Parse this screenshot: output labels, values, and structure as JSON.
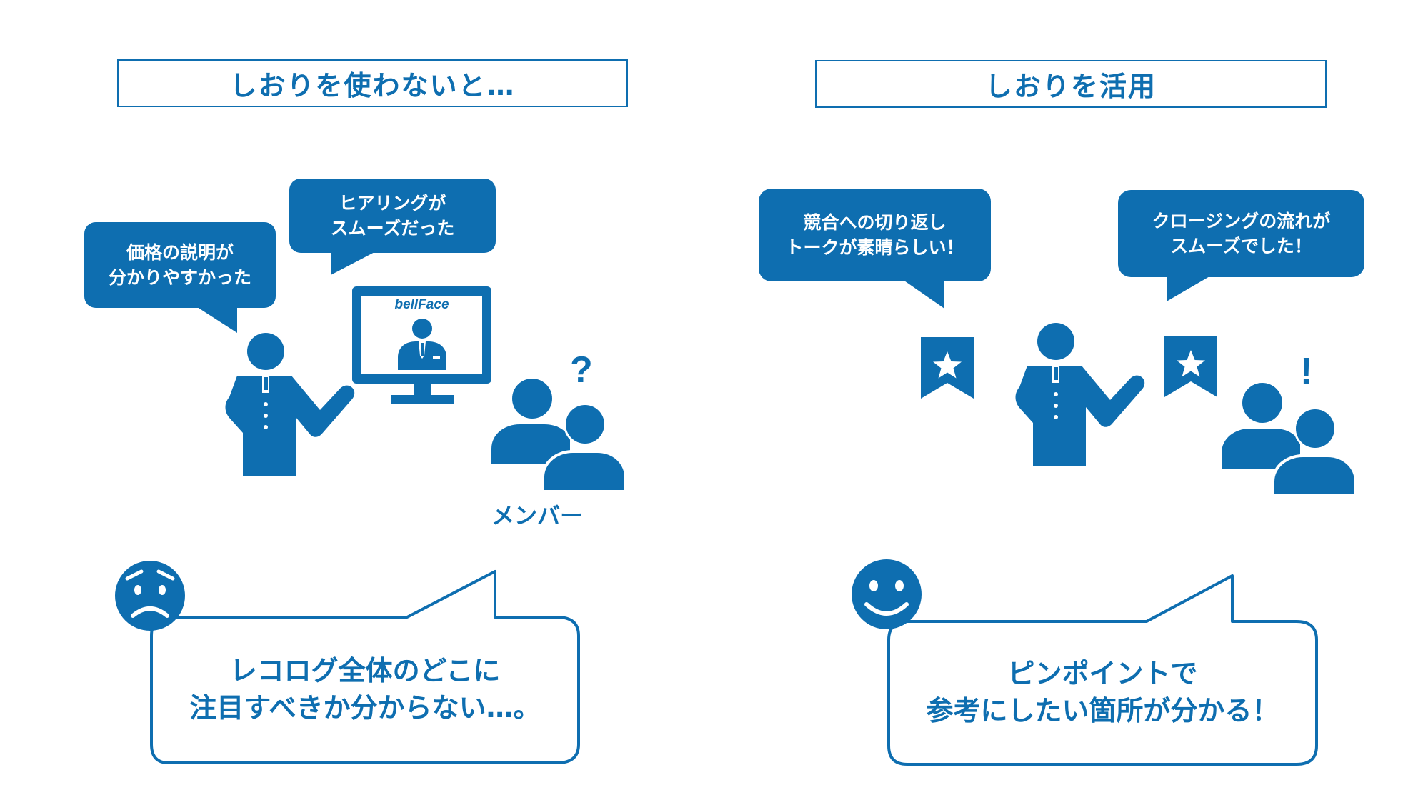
{
  "left_panel": {
    "title": "しおりを使わないと…",
    "bubble_price": [
      "価格の説明が",
      "分かりやすかった"
    ],
    "bubble_hearing": [
      "ヒアリングが",
      "スムーズだった"
    ],
    "monitor_logo": "bellFace",
    "question_mark": "?",
    "member_label": "メンバー",
    "message": [
      "レコログ全体のどこに",
      "注目すべきか分からない…。"
    ]
  },
  "right_panel": {
    "title": "しおりを活用",
    "bubble_competitor": [
      "競合への切り返し",
      "トークが素晴らしい！"
    ],
    "bubble_closing": [
      "クロージングの流れが",
      "スムーズでした！"
    ],
    "exclamation_mark": "!",
    "message": [
      "ピンポイントで",
      "参考にしたい箇所が分かる！"
    ]
  },
  "icons": {
    "presenter": "presenter-icon",
    "monitor": "monitor-icon",
    "members": "members-icon",
    "bookmark": "bookmark-star-icon",
    "worried_face": "worried-face-icon",
    "smiling_face": "smiling-face-icon"
  },
  "colors": {
    "primary": "#0e6eb0",
    "logo_accent": "#e8452c"
  }
}
